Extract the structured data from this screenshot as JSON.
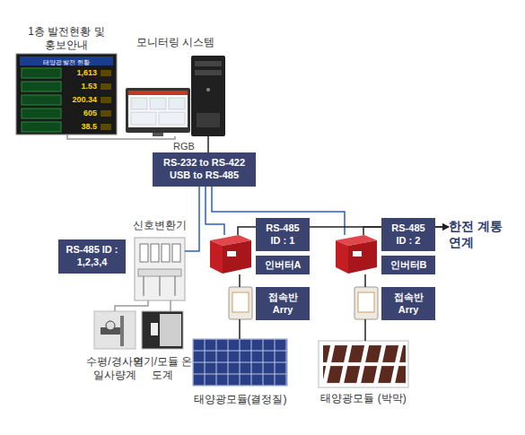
{
  "diagram": {
    "nodes": [
      {
        "text": [
          "1층 발전현황 및 홍보안내"
        ]
      },
      {
        "text": [
          "모니터링 시스템"
        ]
      },
      {
        "text": [
          "RS-232 to RS-422 USB to RS-485"
        ]
      },
      {
        "text": [
          "신호변환기"
        ]
      },
      {
        "text": [
          "RS-485 ID : 1,2,3,4"
        ]
      },
      {
        "text": [
          "수평/경사면 일사량계"
        ]
      },
      {
        "text": [
          "외기/모듈 온도계"
        ]
      },
      {
        "text": [
          "RS-485 ID : 1",
          "인버터A"
        ]
      },
      {
        "text": [
          "RS-485 ID : 2",
          "인버터B"
        ]
      },
      {
        "text": [
          "한전 계통연계"
        ]
      },
      {
        "text": [
          "접속반 Arry"
        ]
      },
      {
        "text": [
          "접속반 Arry"
        ]
      },
      {
        "text": [
          "태양광모듈(결정질)"
        ]
      },
      {
        "text": [
          "태양광모듈 (박막)"
        ]
      }
    ],
    "edges": [
      {
        "from": 0,
        "to": 1,
        "label": "RGB",
        "arrow": "none"
      },
      {
        "from": 1,
        "to": 2,
        "arrow": "none"
      },
      {
        "from": 2,
        "to": 3,
        "arrow": "none"
      },
      {
        "from": 2,
        "to": 7,
        "arrow": "none"
      },
      {
        "from": 2,
        "to": 8,
        "arrow": "none"
      },
      {
        "from": 3,
        "to": 5,
        "arrow": "none"
      },
      {
        "from": 3,
        "to": 6,
        "arrow": "none"
      },
      {
        "from": 7,
        "to": 9,
        "arrow": "to"
      },
      {
        "from": 8,
        "to": 9,
        "arrow": "to"
      },
      {
        "from": 10,
        "to": 7,
        "arrow": "none"
      },
      {
        "from": 11,
        "to": 8,
        "arrow": "none"
      },
      {
        "from": 12,
        "to": 10,
        "arrow": "none"
      },
      {
        "from": 13,
        "to": 11,
        "arrow": "none"
      }
    ],
    "labels": [
      "태양광 발전 현황",
      "1,613",
      "1.53",
      "200.34",
      "605",
      "38.5"
    ]
  }
}
